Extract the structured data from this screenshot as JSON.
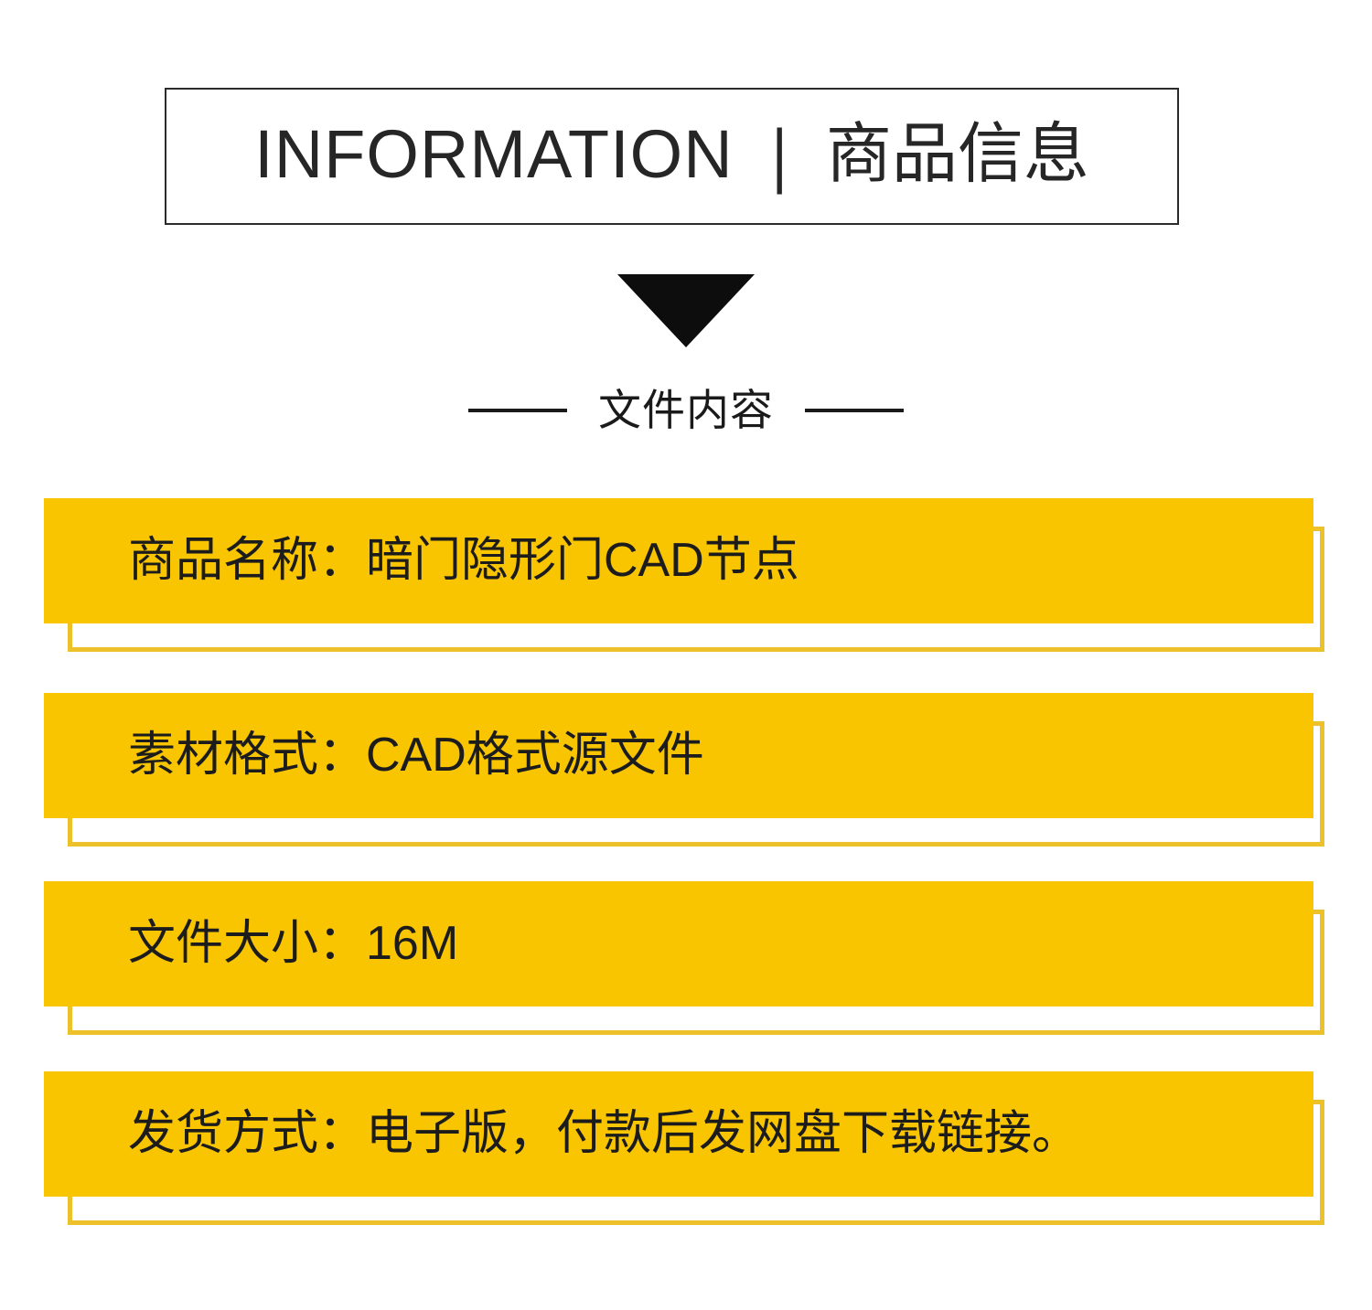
{
  "header": {
    "english_title": "INFORMATION",
    "separator": "|",
    "chinese_title": "商品信息"
  },
  "arrow": {
    "icon": "triangle-down-icon"
  },
  "section": {
    "title": "文件内容"
  },
  "info_bars": [
    {
      "text": "商品名称：暗门隐形门CAD节点"
    },
    {
      "text": "素材格式：CAD格式源文件"
    },
    {
      "text": "文件大小：16M"
    },
    {
      "text": "发货方式：电子版，付款后发网盘下载链接。"
    }
  ],
  "colors": {
    "bar_fill": "#f8c500",
    "bar_outline": "#edc12a",
    "text_dark": "#1c1c1c",
    "background": "#ffffff"
  }
}
